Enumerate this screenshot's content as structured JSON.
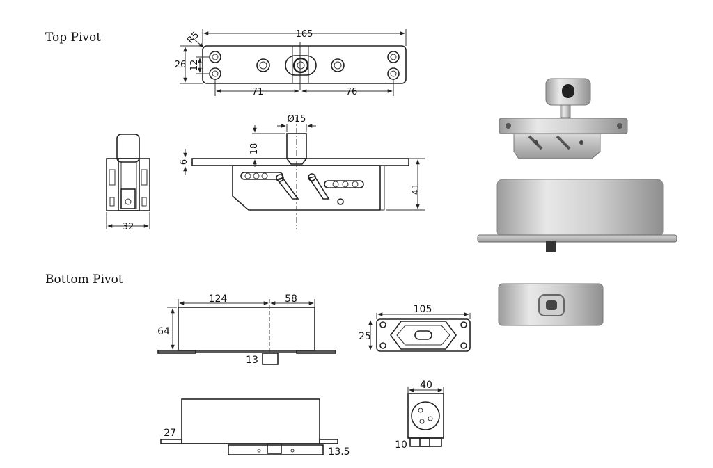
{
  "sections": {
    "top_title": "Top Pivot",
    "bottom_title": "Bottom Pivot"
  },
  "dimensions": {
    "top_plan": {
      "length": "165",
      "radius": "R5",
      "height_outer": "26",
      "height_inner": "12",
      "left_offset": "71",
      "right_offset": "76"
    },
    "top_front": {
      "pin_diameter": "Ø15",
      "pin_height": "18",
      "plate_thickness": "6",
      "body_height": "41"
    },
    "top_side": {
      "width": "32"
    },
    "bottom_front": {
      "left_len": "124",
      "right_len": "58",
      "height": "64",
      "pin": "13"
    },
    "bottom_plan": {
      "length": "105",
      "height": "25"
    },
    "bottom_lower": {
      "thickness": "27",
      "plate": "13.5"
    },
    "bottom_side": {
      "width": "40",
      "height": "10"
    }
  },
  "colors": {
    "line": "#222222",
    "steel_light": "#e6e6e6",
    "steel_dark": "#8a8a8a"
  }
}
